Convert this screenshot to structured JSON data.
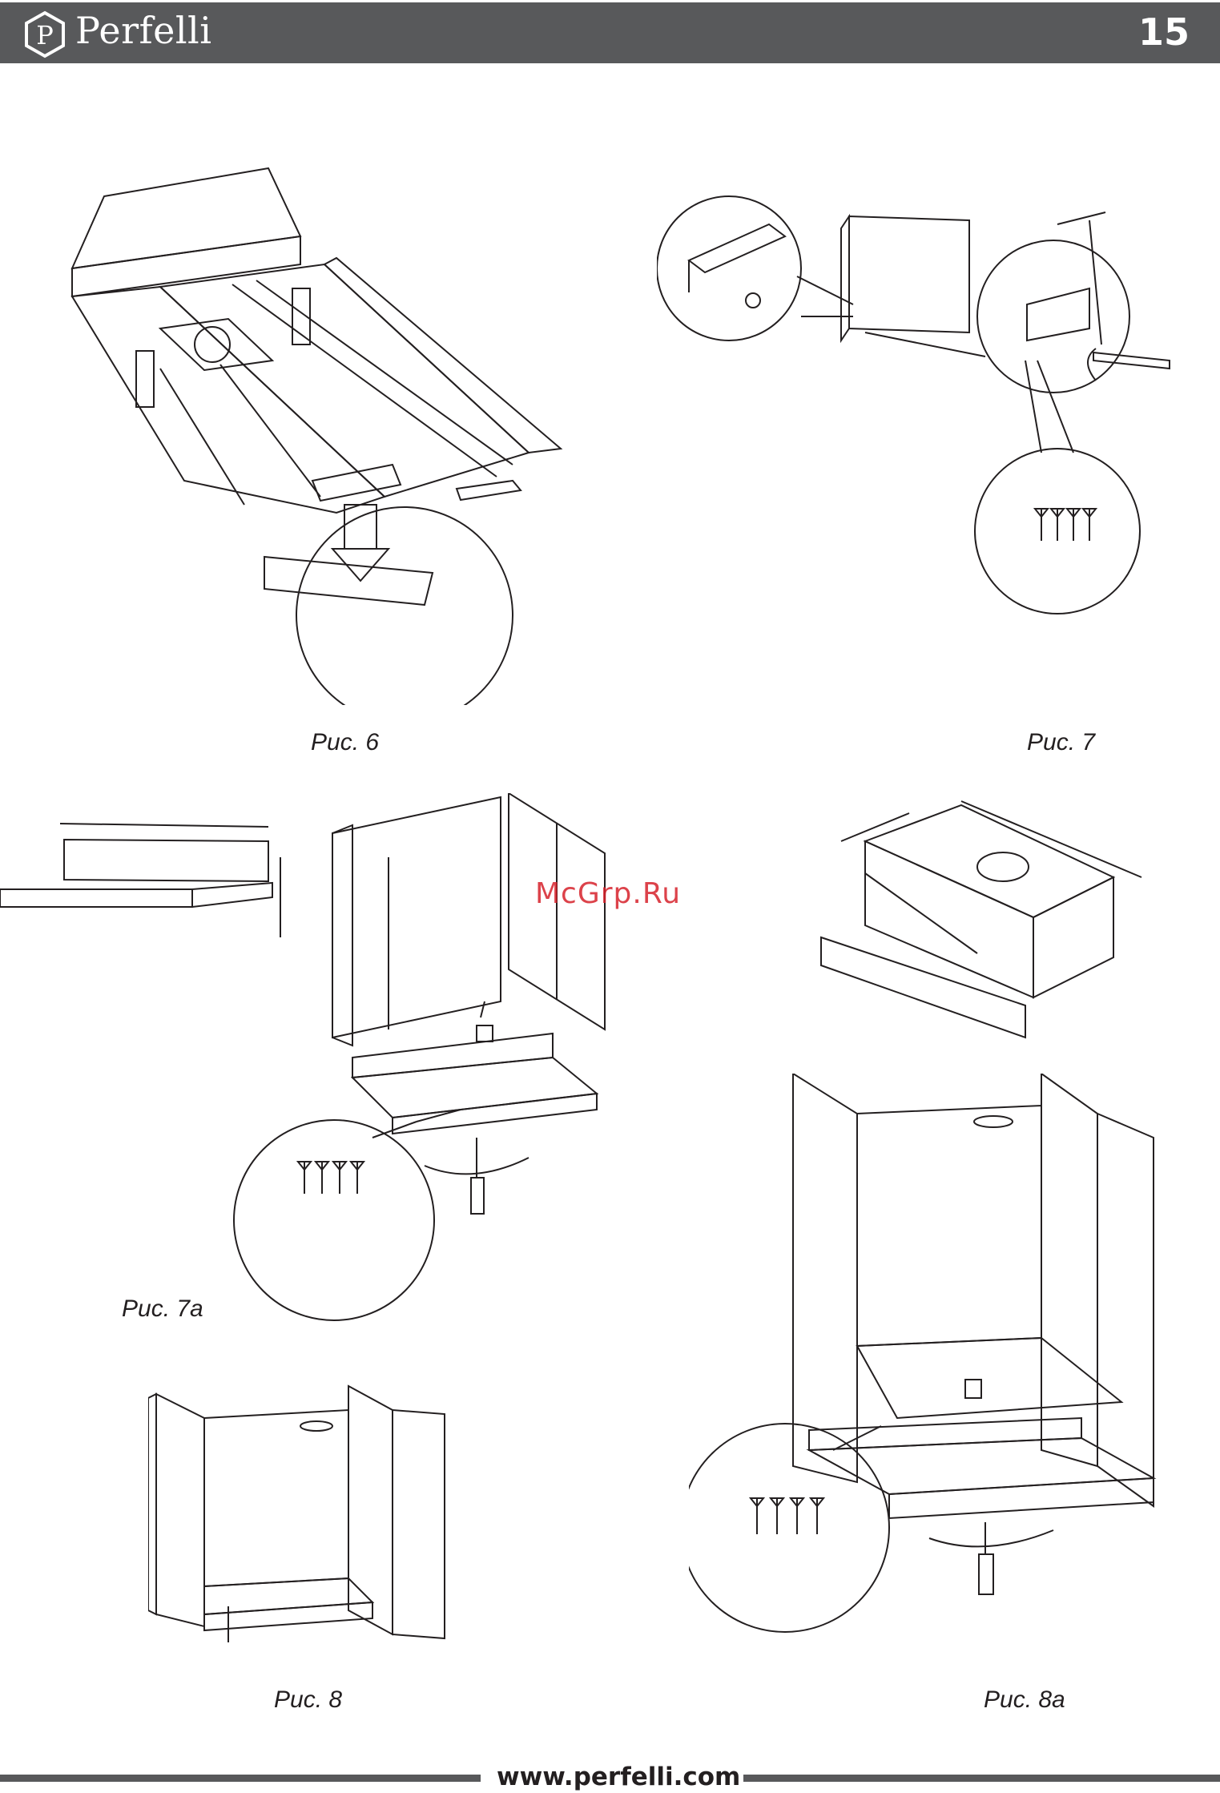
{
  "header": {
    "brand": "Perfelli",
    "page_number": "15",
    "logo_letter": "P"
  },
  "figures": [
    {
      "id": "fig6",
      "caption": "Рис. 6"
    },
    {
      "id": "fig7",
      "caption": "Рис. 7"
    },
    {
      "id": "fig7a",
      "caption": "Рис. 7a"
    },
    {
      "id": "fig8",
      "caption": "Рис. 8"
    },
    {
      "id": "fig8a",
      "caption": "Рис. 8a"
    }
  ],
  "watermark": "McGrp.Ru",
  "footer": {
    "url": "www.perfelli.com"
  },
  "colors": {
    "header_bg": "#58595b",
    "header_text": "#ffffff",
    "watermark": "#d7222b",
    "line": "#231f20"
  }
}
